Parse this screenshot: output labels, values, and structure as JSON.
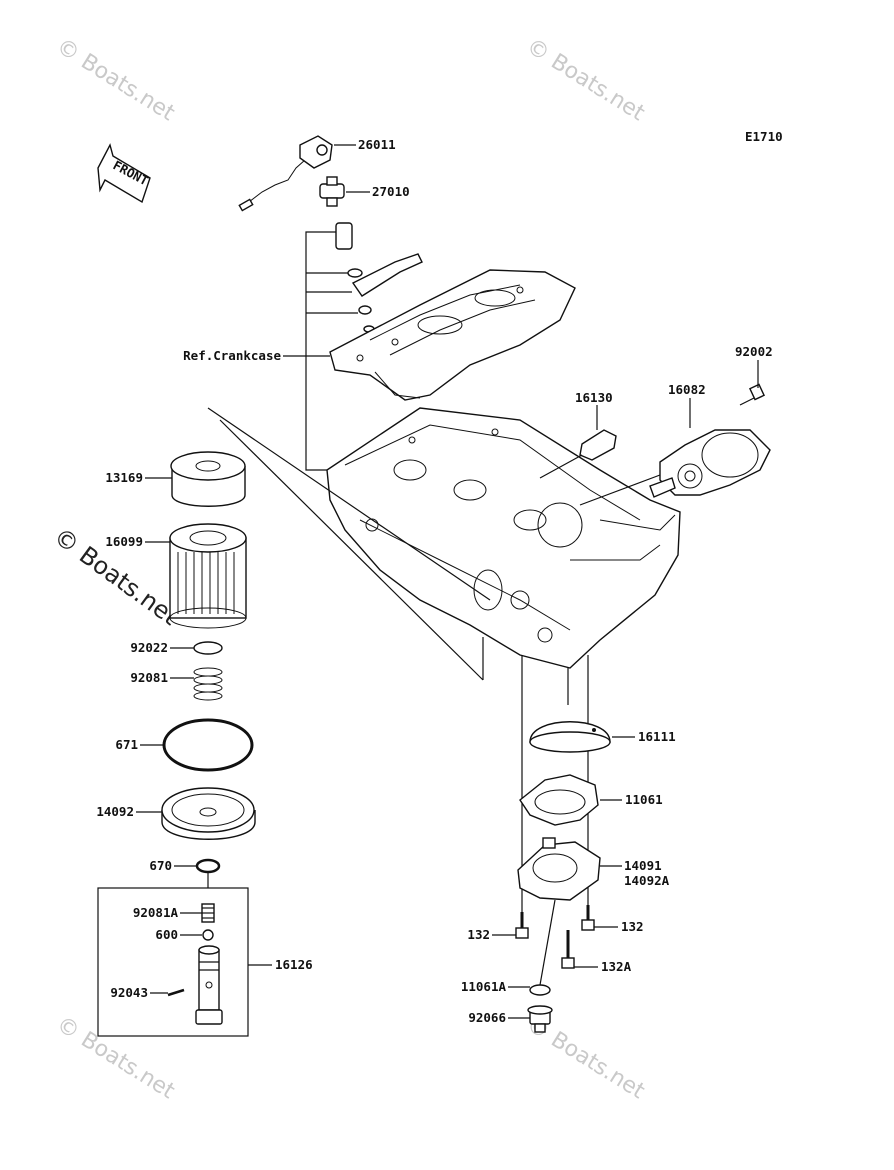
{
  "diagram_code": "E1710",
  "front_label": "FRONT",
  "ref_crankcase": "Ref.Crankcase",
  "watermark": "© Boats.net",
  "parts": {
    "p26011": "26011",
    "p27010": "27010",
    "p92002": "92002",
    "p16082": "16082",
    "p16130": "16130",
    "p13169": "13169",
    "p16099": "16099",
    "p92022": "92022",
    "p92081": "92081",
    "p671": "671",
    "p14092": "14092",
    "p670": "670",
    "p92081A": "92081A",
    "p600": "600",
    "p16126": "16126",
    "p92043": "92043",
    "p16111": "16111",
    "p11061": "11061",
    "p14091": "14091",
    "p14092A": "14092A",
    "p132a": "132",
    "p132b": "132",
    "p132A": "132A",
    "p11061A": "11061A",
    "p92066": "92066"
  }
}
